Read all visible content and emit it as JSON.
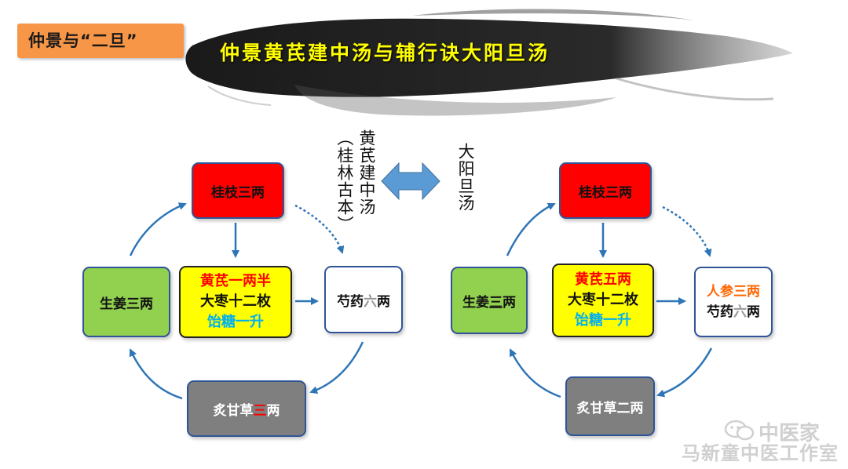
{
  "header": {
    "tag_label": "仲景与“二旦”",
    "title": "仲景黄芪建中汤与辅行诀大阳旦汤"
  },
  "center": {
    "left_label": "黄芪建中汤",
    "left_sublabel": "（桂林古本）",
    "right_label": "大阳旦汤"
  },
  "left_diagram": {
    "top": "桂枝三两",
    "center_line1": "黄芪一两半",
    "center_line2": "大枣十二枚",
    "center_line3": "饴糖一升",
    "left": "生姜三两",
    "right_prefix": "芍药",
    "right_emph": "六",
    "right_suffix": "两",
    "bottom_prefix": "炙甘草",
    "bottom_emph": "三",
    "bottom_suffix": "两"
  },
  "right_diagram": {
    "top": "桂枝三两",
    "center_line1": "黄芪五两",
    "center_line2": "大枣十二枚",
    "center_line3": "饴糖一升",
    "left_prefix": "生姜",
    "left_emph": "三",
    "left_suffix": "两",
    "right_line1": "人参三两",
    "right_prefix": "芍药",
    "right_emph": "六",
    "right_suffix": "两",
    "bottom": "炙甘草二两"
  },
  "watermark": {
    "line1": "中医家",
    "line2": "马新童中医工作室"
  },
  "colors": {
    "tag": "#f79646",
    "title": "#ffff00",
    "arrow": "#2e75b6",
    "double_arrow": "#5b9bd5",
    "box_red": "#ff0000",
    "box_green": "#92d050",
    "box_yellow": "#ffff00",
    "box_gray": "#7f7f7f"
  }
}
